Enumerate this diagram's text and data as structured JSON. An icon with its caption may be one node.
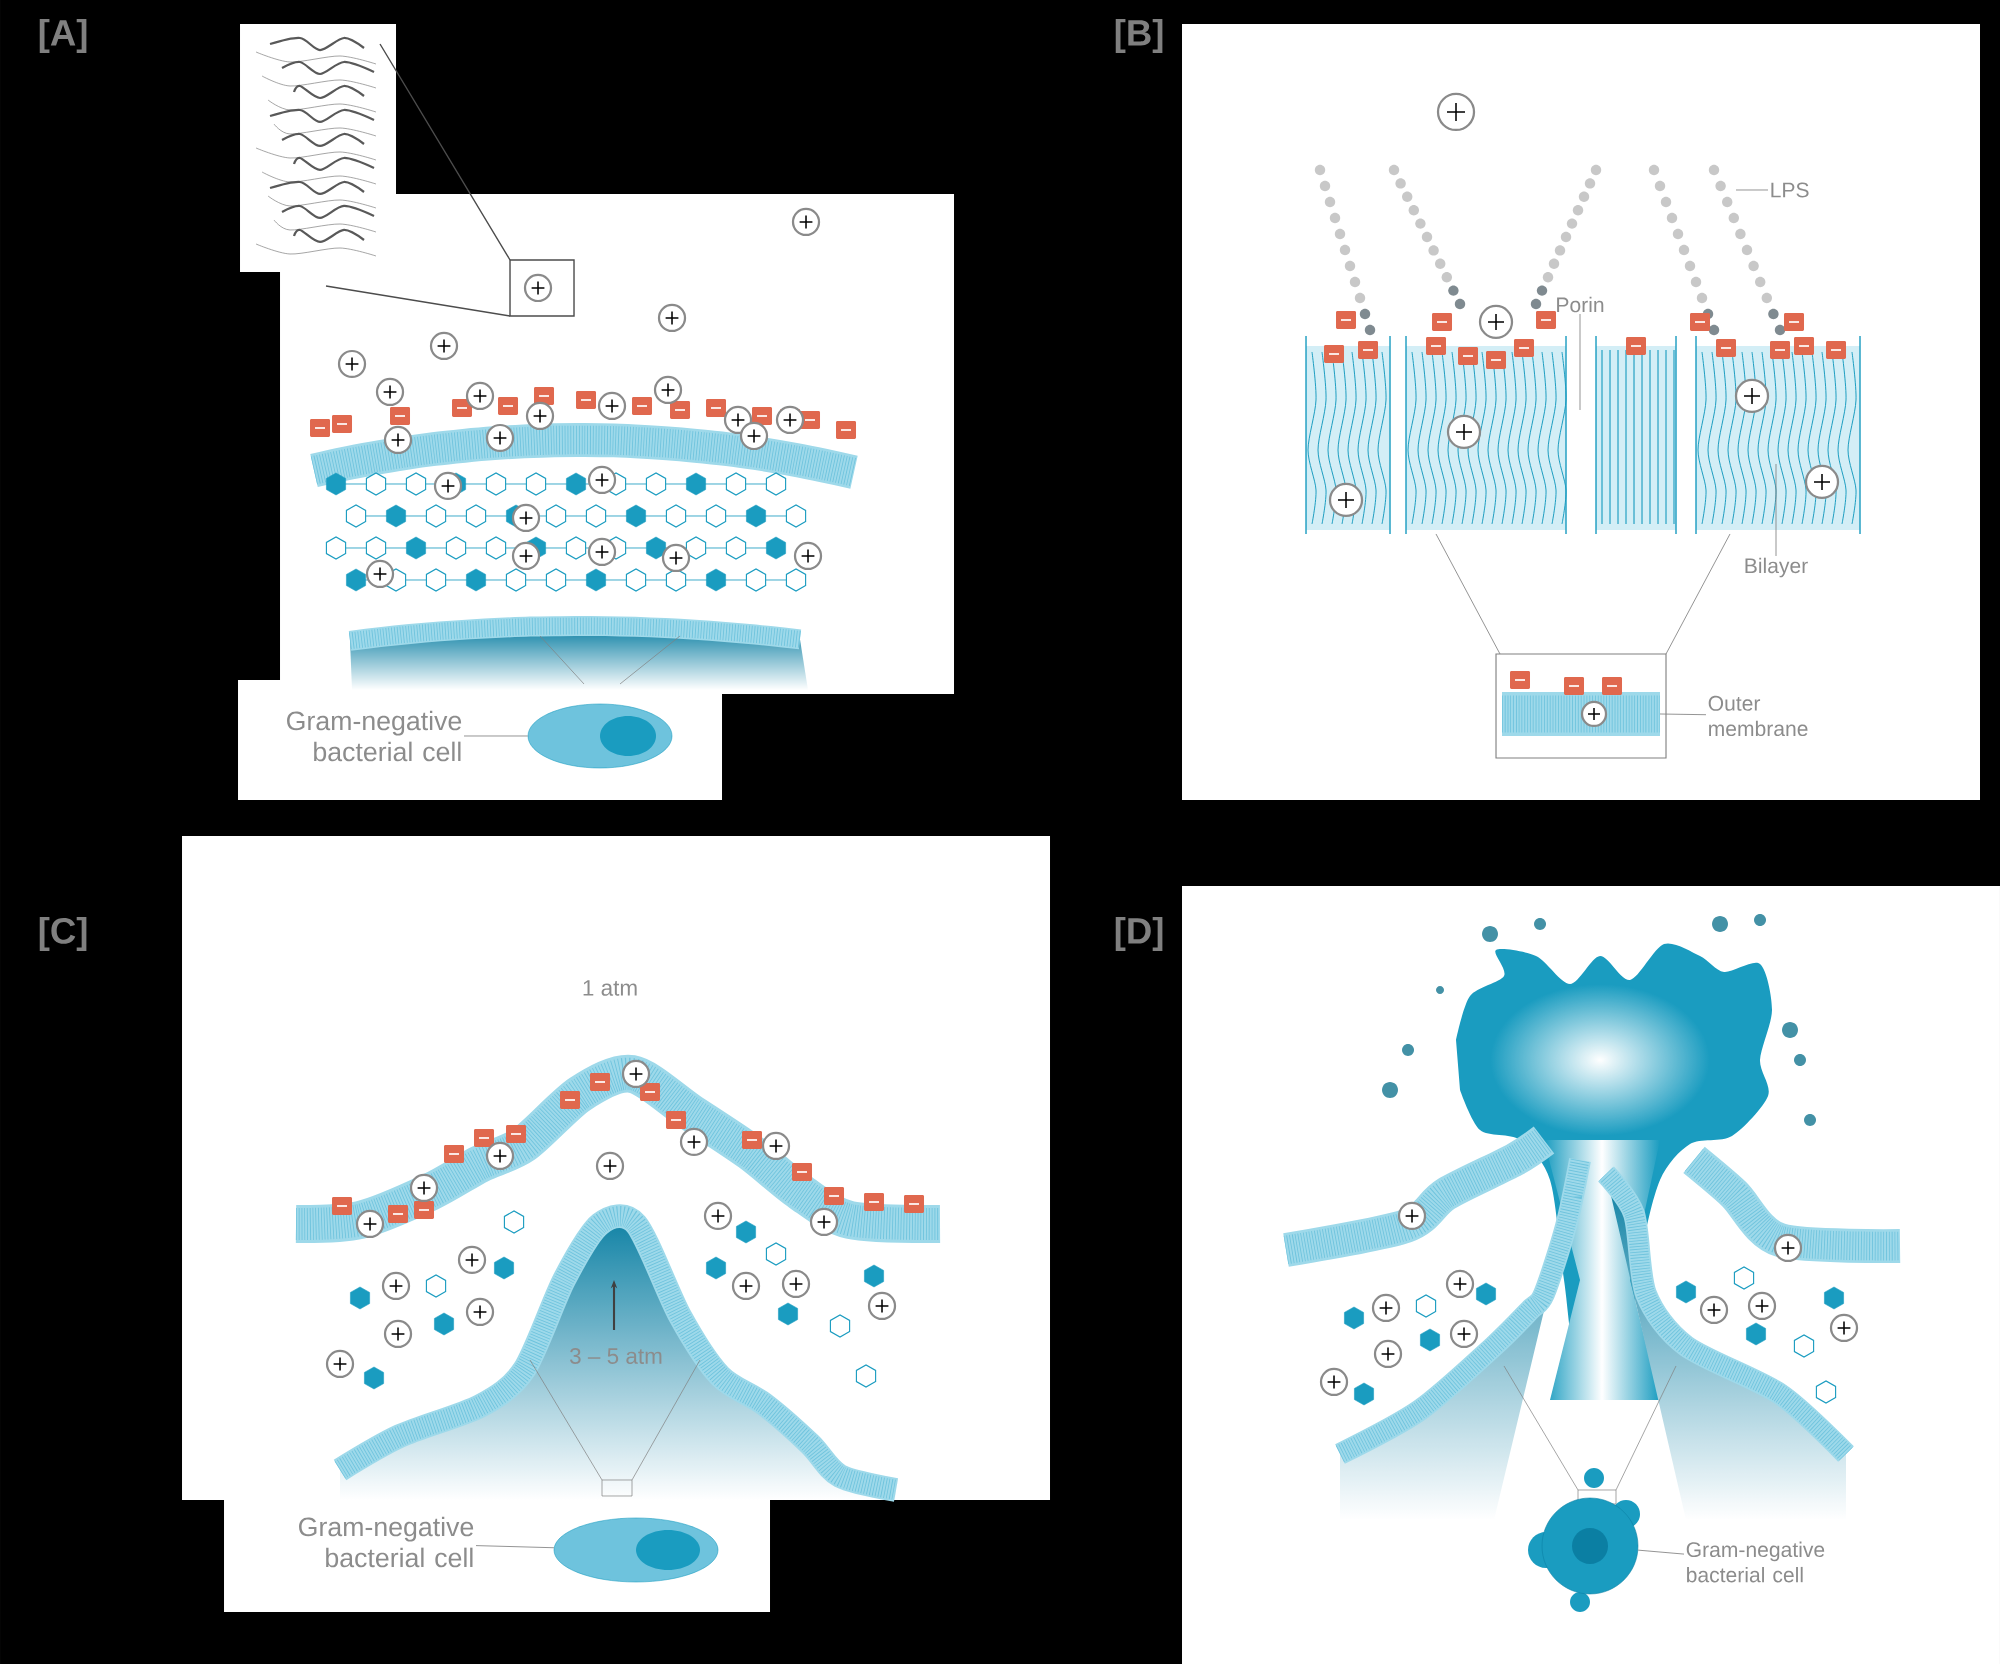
{
  "diagram": {
    "nodes": [
      {
        "text": [
          "Gram-negative bacterial cell"
        ]
      },
      {
        "text": [],
        "shape": "picture"
      },
      {
        "text": [
          "LPS"
        ]
      },
      {
        "text": [
          "Porin"
        ]
      },
      {
        "text": [
          "Bilayer"
        ]
      },
      {
        "text": [
          "Outer membrane"
        ]
      },
      {
        "text": [
          "Gram-negative bacterial cell"
        ]
      },
      {
        "text": [],
        "shape": "picture"
      },
      {
        "text": [
          "Gram-negative bacterial cell"
        ]
      },
      {
        "text": [],
        "shape": "picture"
      }
    ],
    "edges": [
      {
        "from": 0,
        "to": 1,
        "arrow": "none"
      },
      {
        "from": 2,
        "to": null,
        "arrow": "none"
      },
      {
        "from": 3,
        "to": null,
        "arrow": "none"
      },
      {
        "from": 4,
        "to": null,
        "arrow": "none"
      },
      {
        "from": 5,
        "to": null,
        "arrow": "none"
      },
      {
        "from": 6,
        "to": 7,
        "arrow": "none"
      },
      {
        "from": 8,
        "to": 9,
        "arrow": "none"
      }
    ],
    "labels": [
      "[A]",
      "[B]",
      "[C]",
      "1 atm",
      "3 – 5 atm",
      "[D]"
    ]
  }
}
